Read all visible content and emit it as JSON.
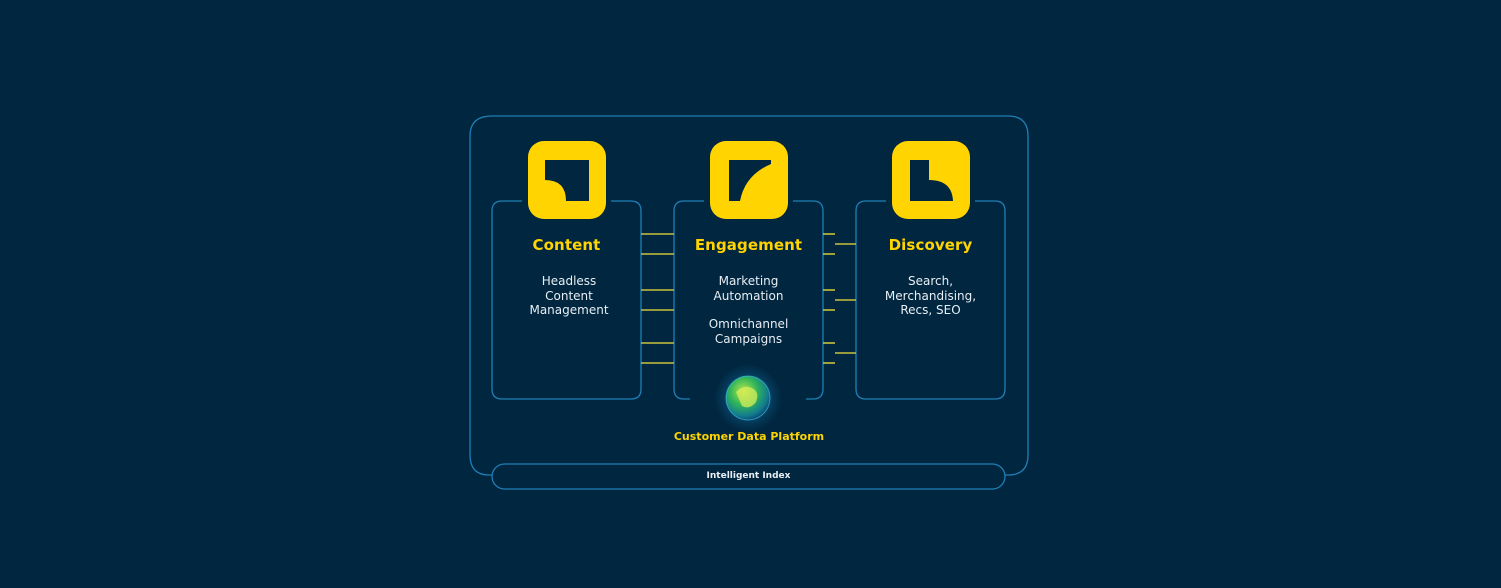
{
  "columns": [
    {
      "id": "content",
      "title": "Content",
      "lines": [
        "Headless",
        "Content",
        "Management"
      ],
      "icon": "content-logo-icon"
    },
    {
      "id": "engagement",
      "title": "Engagement",
      "lines": [
        "Marketing",
        "Automation"
      ],
      "lines2": [
        "Omnichannel",
        "Campaigns"
      ],
      "icon": "engagement-logo-icon"
    },
    {
      "id": "discovery",
      "title": "Discovery",
      "lines": [
        "Search,",
        "Merchandising,",
        "Recs, SEO"
      ],
      "icon": "discovery-logo-icon"
    }
  ],
  "cdp": {
    "label": "Customer Data Platform",
    "icon": "globe-icon"
  },
  "index": {
    "label": "Intelligent Index"
  },
  "colors": {
    "background": "#002640",
    "accent": "#FFD400",
    "border": "#1F7FB5",
    "text": "#E8EEF3"
  }
}
